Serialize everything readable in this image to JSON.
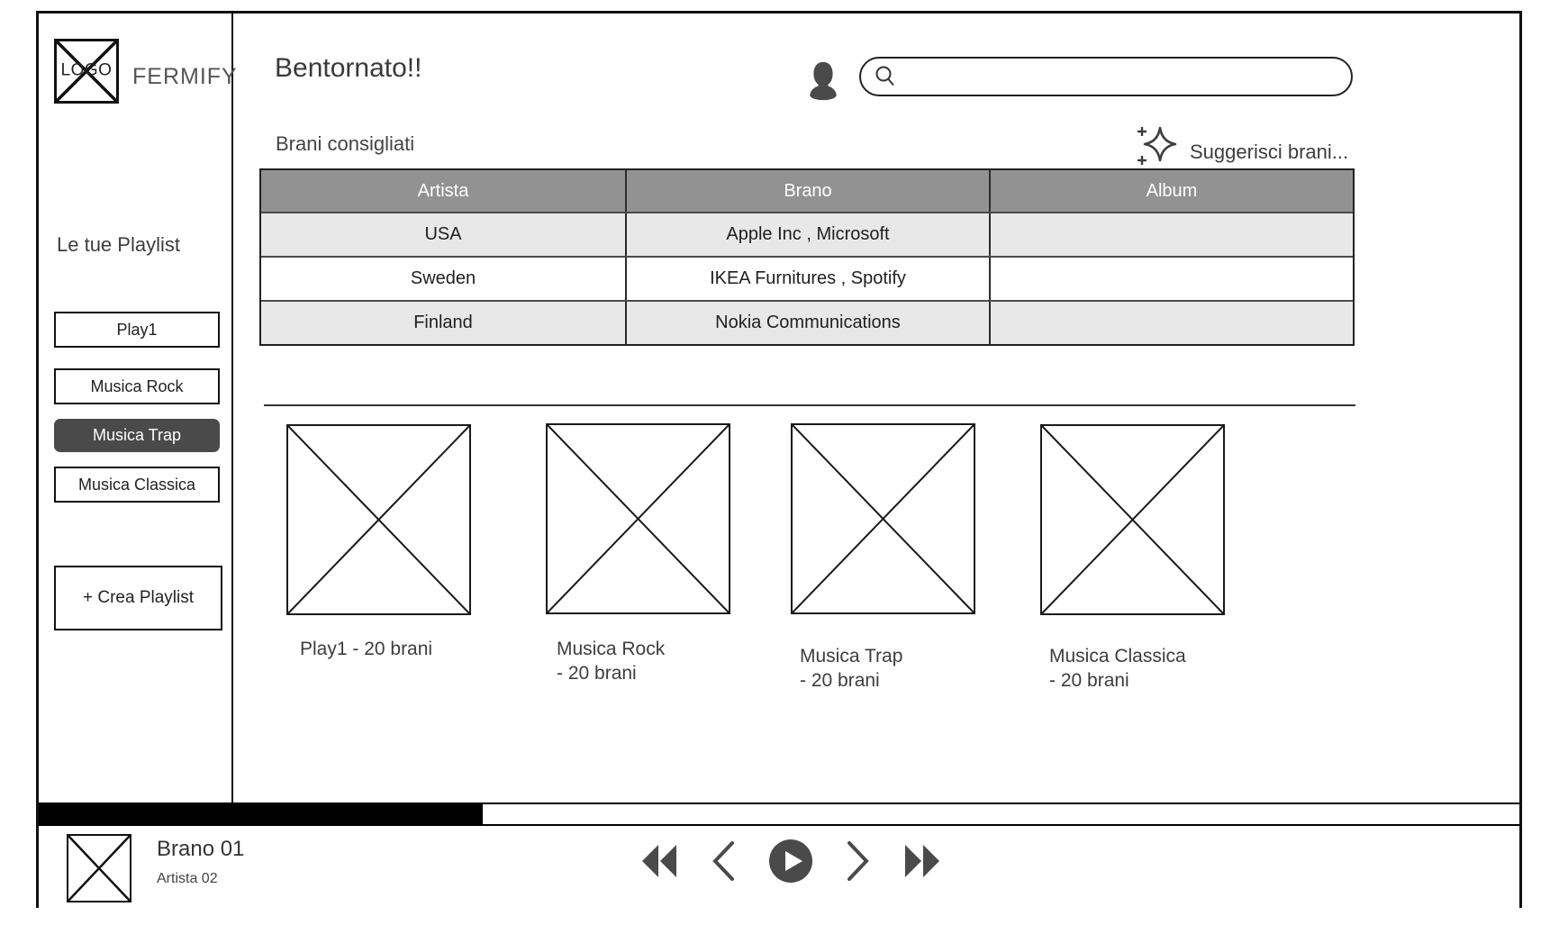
{
  "app": {
    "logo_text": "LOGO",
    "brand": "FERMIFY"
  },
  "sidebar": {
    "section_label": "Le tue Playlist",
    "playlists": [
      {
        "label": "Play1",
        "selected": false
      },
      {
        "label": "Musica Rock",
        "selected": false
      },
      {
        "label": "Musica Trap",
        "selected": true
      },
      {
        "label": "Musica Classica",
        "selected": false
      }
    ],
    "create_button_label": "+ Crea Playlist"
  },
  "header": {
    "greeting": "Bentornato!!",
    "search_value": "",
    "search_placeholder": ""
  },
  "main": {
    "section_title": "Brani consigliati",
    "suggest_label": "Suggerisci brani...",
    "table": {
      "columns": [
        "Artista",
        "Brano",
        "Album"
      ],
      "rows": [
        [
          "USA",
          "Apple Inc , Microsoft",
          ""
        ],
        [
          "Sweden",
          "IKEA Furnitures , Spotify",
          ""
        ],
        [
          "Finland",
          "Nokia Communications",
          ""
        ]
      ]
    },
    "cards": [
      {
        "label": "Play1 - 20 brani"
      },
      {
        "label": "Musica Rock\n- 20 brani"
      },
      {
        "label": "Musica Trap\n- 20 brani"
      },
      {
        "label": "Musica Classica\n- 20 brani"
      }
    ]
  },
  "player": {
    "progress_percent": 30,
    "track_title": "Brano 01",
    "track_artist": "Artista 02"
  },
  "colors": {
    "accent_dark": "#4a4a4a",
    "table_header_bg": "#929292",
    "table_row_alt_bg": "#e8e8e8",
    "progress_fill": "#000000"
  }
}
